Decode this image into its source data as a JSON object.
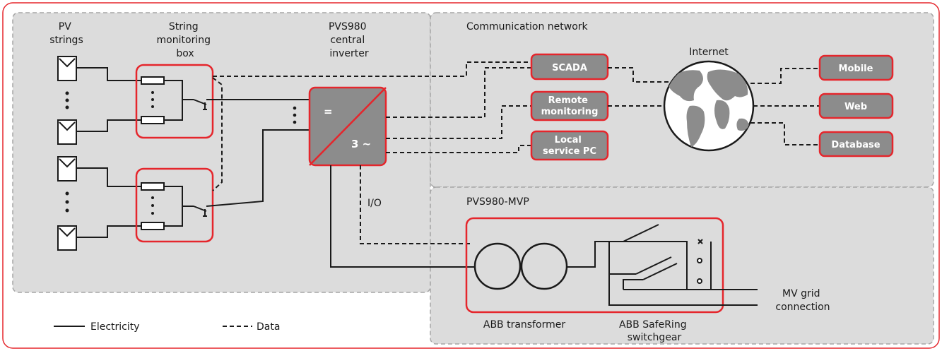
{
  "colors": {
    "accent_red": "#e5262c",
    "zone_fill": "#dcdcdc",
    "node_fill": "#8c8c8c",
    "line": "#1a1a1a"
  },
  "labels": {
    "pv_strings": [
      "PV",
      "strings"
    ],
    "string_box": [
      "String",
      "monitoring",
      "box"
    ],
    "inverter": [
      "PVS980",
      "central",
      "inverter"
    ],
    "inverter_dc_symbol": "=",
    "inverter_ac_symbol": "3 ~",
    "comm_network": "Communication network",
    "internet": "Internet",
    "io": "I/O",
    "mvp": "PVS980-MVP",
    "transformer": "ABB transformer",
    "switchgear": [
      "ABB SafeRing",
      "switchgear"
    ],
    "mv_grid": [
      "MV grid",
      "connection"
    ]
  },
  "nodes": {
    "scada": [
      "SCADA"
    ],
    "remote": [
      "Remote",
      "monitoring"
    ],
    "local": [
      "Local",
      "service PC"
    ],
    "mobile": [
      "Mobile"
    ],
    "web": [
      "Web"
    ],
    "database": [
      "Database"
    ]
  },
  "legend": {
    "electricity": "Electricity",
    "data": "Data"
  },
  "icons": {
    "pv_panel": "solar-panel-icon",
    "fuse": "fuse-icon",
    "switch": "disconnect-switch-icon",
    "globe": "globe-icon",
    "transformer": "transformer-icon",
    "breaker": "circuit-breaker-icon"
  }
}
